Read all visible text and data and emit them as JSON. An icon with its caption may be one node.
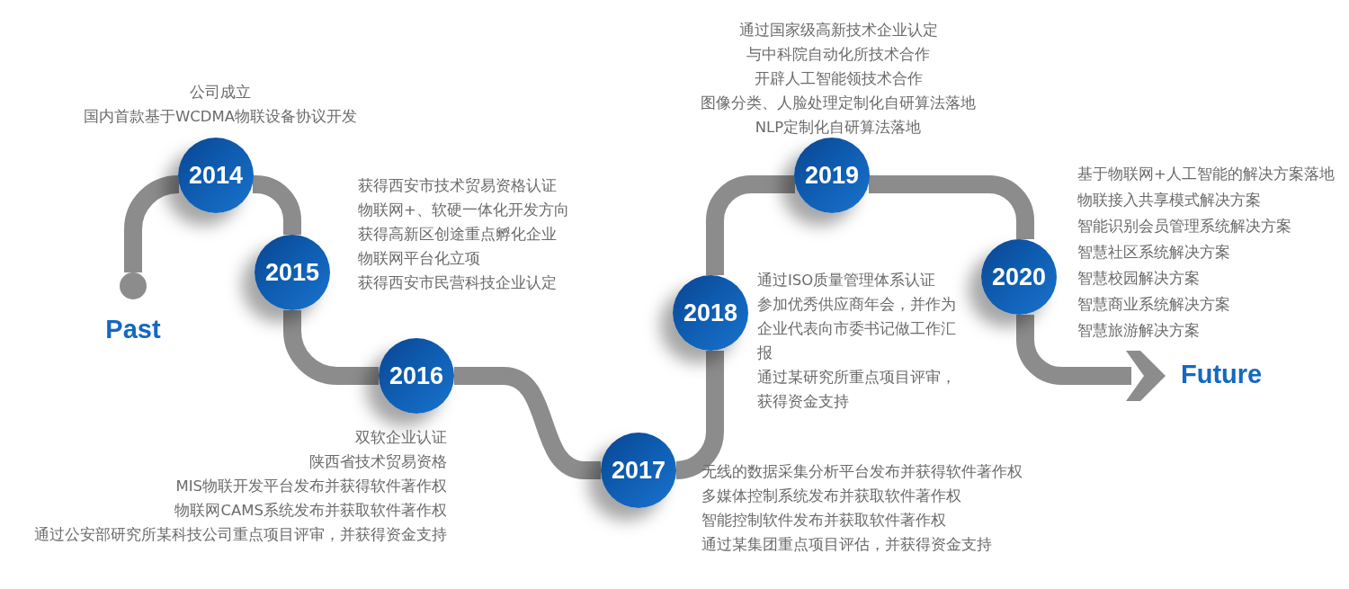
{
  "diagram": {
    "nodes": [
      {
        "text": [],
        "shape": "circle",
        "beside": [
          "Past"
        ]
      },
      {
        "text": [
          "2014"
        ],
        "beside": [
          "公司成立",
          "国内首款基于WCDMA物联设备协议开发"
        ]
      },
      {
        "text": [
          "2015"
        ],
        "beside": [
          "获得西安市技术贸易资格认证",
          "物联网+、软硬一体化开发方向",
          "获得高新区创途重点孵化企业",
          "物联网平台化立项",
          "获得西安市民营科技企业认定"
        ]
      },
      {
        "text": [
          "2016"
        ],
        "beside": [
          "双软企业认证",
          "陕西省技术贸易资格",
          "MIS物联开发平台发布并获得软件著作权",
          "物联网CAMS系统发布并获取软件著作权",
          "通过公安部研究所某科技公司重点项目评审，并获得资金支持"
        ]
      },
      {
        "text": [
          "2017"
        ],
        "beside": [
          "无线的数据采集分析平台发布并获得软件著作权",
          "多媒体控制系统发布并获取软件著作权",
          "智能控制软件发布并获取软件著作权",
          "通过某集团重点项目评估，并获得资金支持"
        ]
      },
      {
        "text": [
          "2018"
        ],
        "beside": [
          "通过ISO质量管理体系认证",
          "参加优秀供应商年会，并作为企业代表向市委书记做工作汇报",
          "通过某研究所重点项目评审，获得资金支持"
        ]
      },
      {
        "text": [
          "2019"
        ],
        "beside": [
          "通过国家级高新技术企业认定",
          "与中科院自动化所技术合作",
          "开辟人工智能领技术合作",
          "图像分类、人脸处理定制化自研算法落地",
          "NLP定制化自研算法落地"
        ]
      },
      {
        "text": [
          "2020"
        ],
        "beside": [
          "基于物联网+人工智能的解决方案落地",
          "物联接入共享模式解决方案",
          "智能识别会员管理系统解决方案",
          "智慧社区系统解决方案",
          "智慧校园解决方案",
          "智慧商业系统解决方案",
          "智慧旅游解决方案"
        ]
      },
      {
        "text": [
          "Future"
        ]
      }
    ],
    "edges": [
      {
        "from": 0,
        "to": 1,
        "arrow": "none"
      },
      {
        "from": 1,
        "to": 2,
        "arrow": "none"
      },
      {
        "from": 2,
        "to": 3,
        "arrow": "none"
      },
      {
        "from": 3,
        "to": 4,
        "arrow": "none"
      },
      {
        "from": 4,
        "to": 5,
        "arrow": "none"
      },
      {
        "from": 5,
        "to": 6,
        "arrow": "none"
      },
      {
        "from": 6,
        "to": 7,
        "arrow": "none"
      },
      {
        "from": 7,
        "to": 8,
        "arrow": "to"
      }
    ]
  }
}
